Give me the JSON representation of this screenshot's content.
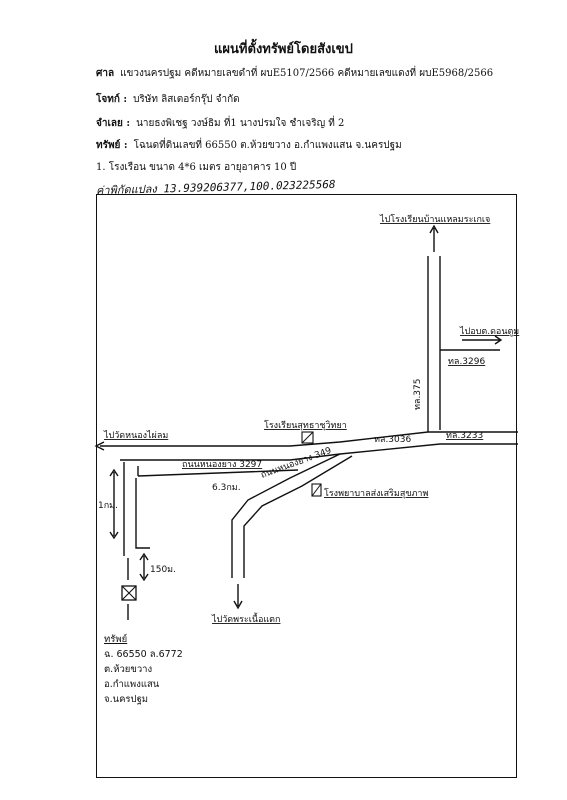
{
  "header": {
    "title": "แผนที่ตั้งทรัพย์โดยสังเขป",
    "court": {
      "label": "ศาล",
      "value": "แขวงนครปฐม  คดีหมายเลขดำที่ ผบE5107/2566  คดีหมายเลขแดงที่ ผบE5968/2566"
    },
    "plaintiff": {
      "label": "โจทก์ :",
      "value": "บริษัท ลิสเตอร์กรุ๊ป จำกัด"
    },
    "defendant": {
      "label": "จำเลย :",
      "value": "นายธงพิเชฐ  วงษ์ธิม ที่1 นางปรมใจ ชำเจริญ ที่ 2"
    },
    "property": {
      "label": "ทรัพย์ :",
      "value": "โฉนดที่ดินเลขที่ 66550 ต.ห้วยขวาง อ.กำแพงแสน จ.นครปฐม"
    },
    "building": "1. โรงเรือน  ขนาด 4*6 เมตร  อายุอาคาร  10 ปี",
    "coordinates": "ค่าพิกัดแปลง 13.939206377,100.023225568"
  },
  "map": {
    "labels": {
      "to_school_banlaeng": "ไปโรงเรียนบ้านแหลมระเกเจ",
      "to_bang_len": "ไปอบต.ดอนตูม",
      "road_3296": "ทล.3296",
      "road_375": "ทล.375",
      "to_wat_phailom": "ไปวัดหนองไผ่ลม",
      "school_near": "โรงเรียนสุทธาชุวิทยา",
      "road_3036": "ทล.3036",
      "road_3233": "ทล.3233",
      "road_3297": "ถนนหนองยาง 3297",
      "dist_63km": "6.3กม.",
      "road_349": "ถนนหนองยาง 349",
      "hospital": "โรงพยาบาลส่งเสริมสุขภาพ",
      "dist_1km": "1กม.",
      "dist_150m": "150ม.",
      "to_wat_south": "ไปวัดพระเนื้อแตก"
    }
  },
  "parcel": {
    "heading": "ทรัพย์",
    "lines": [
      "ฉ. 66550 ล.6772",
      "ต.ห้วยขวาง",
      "อ.กำแพงแสน",
      "จ.นครปฐม"
    ]
  }
}
